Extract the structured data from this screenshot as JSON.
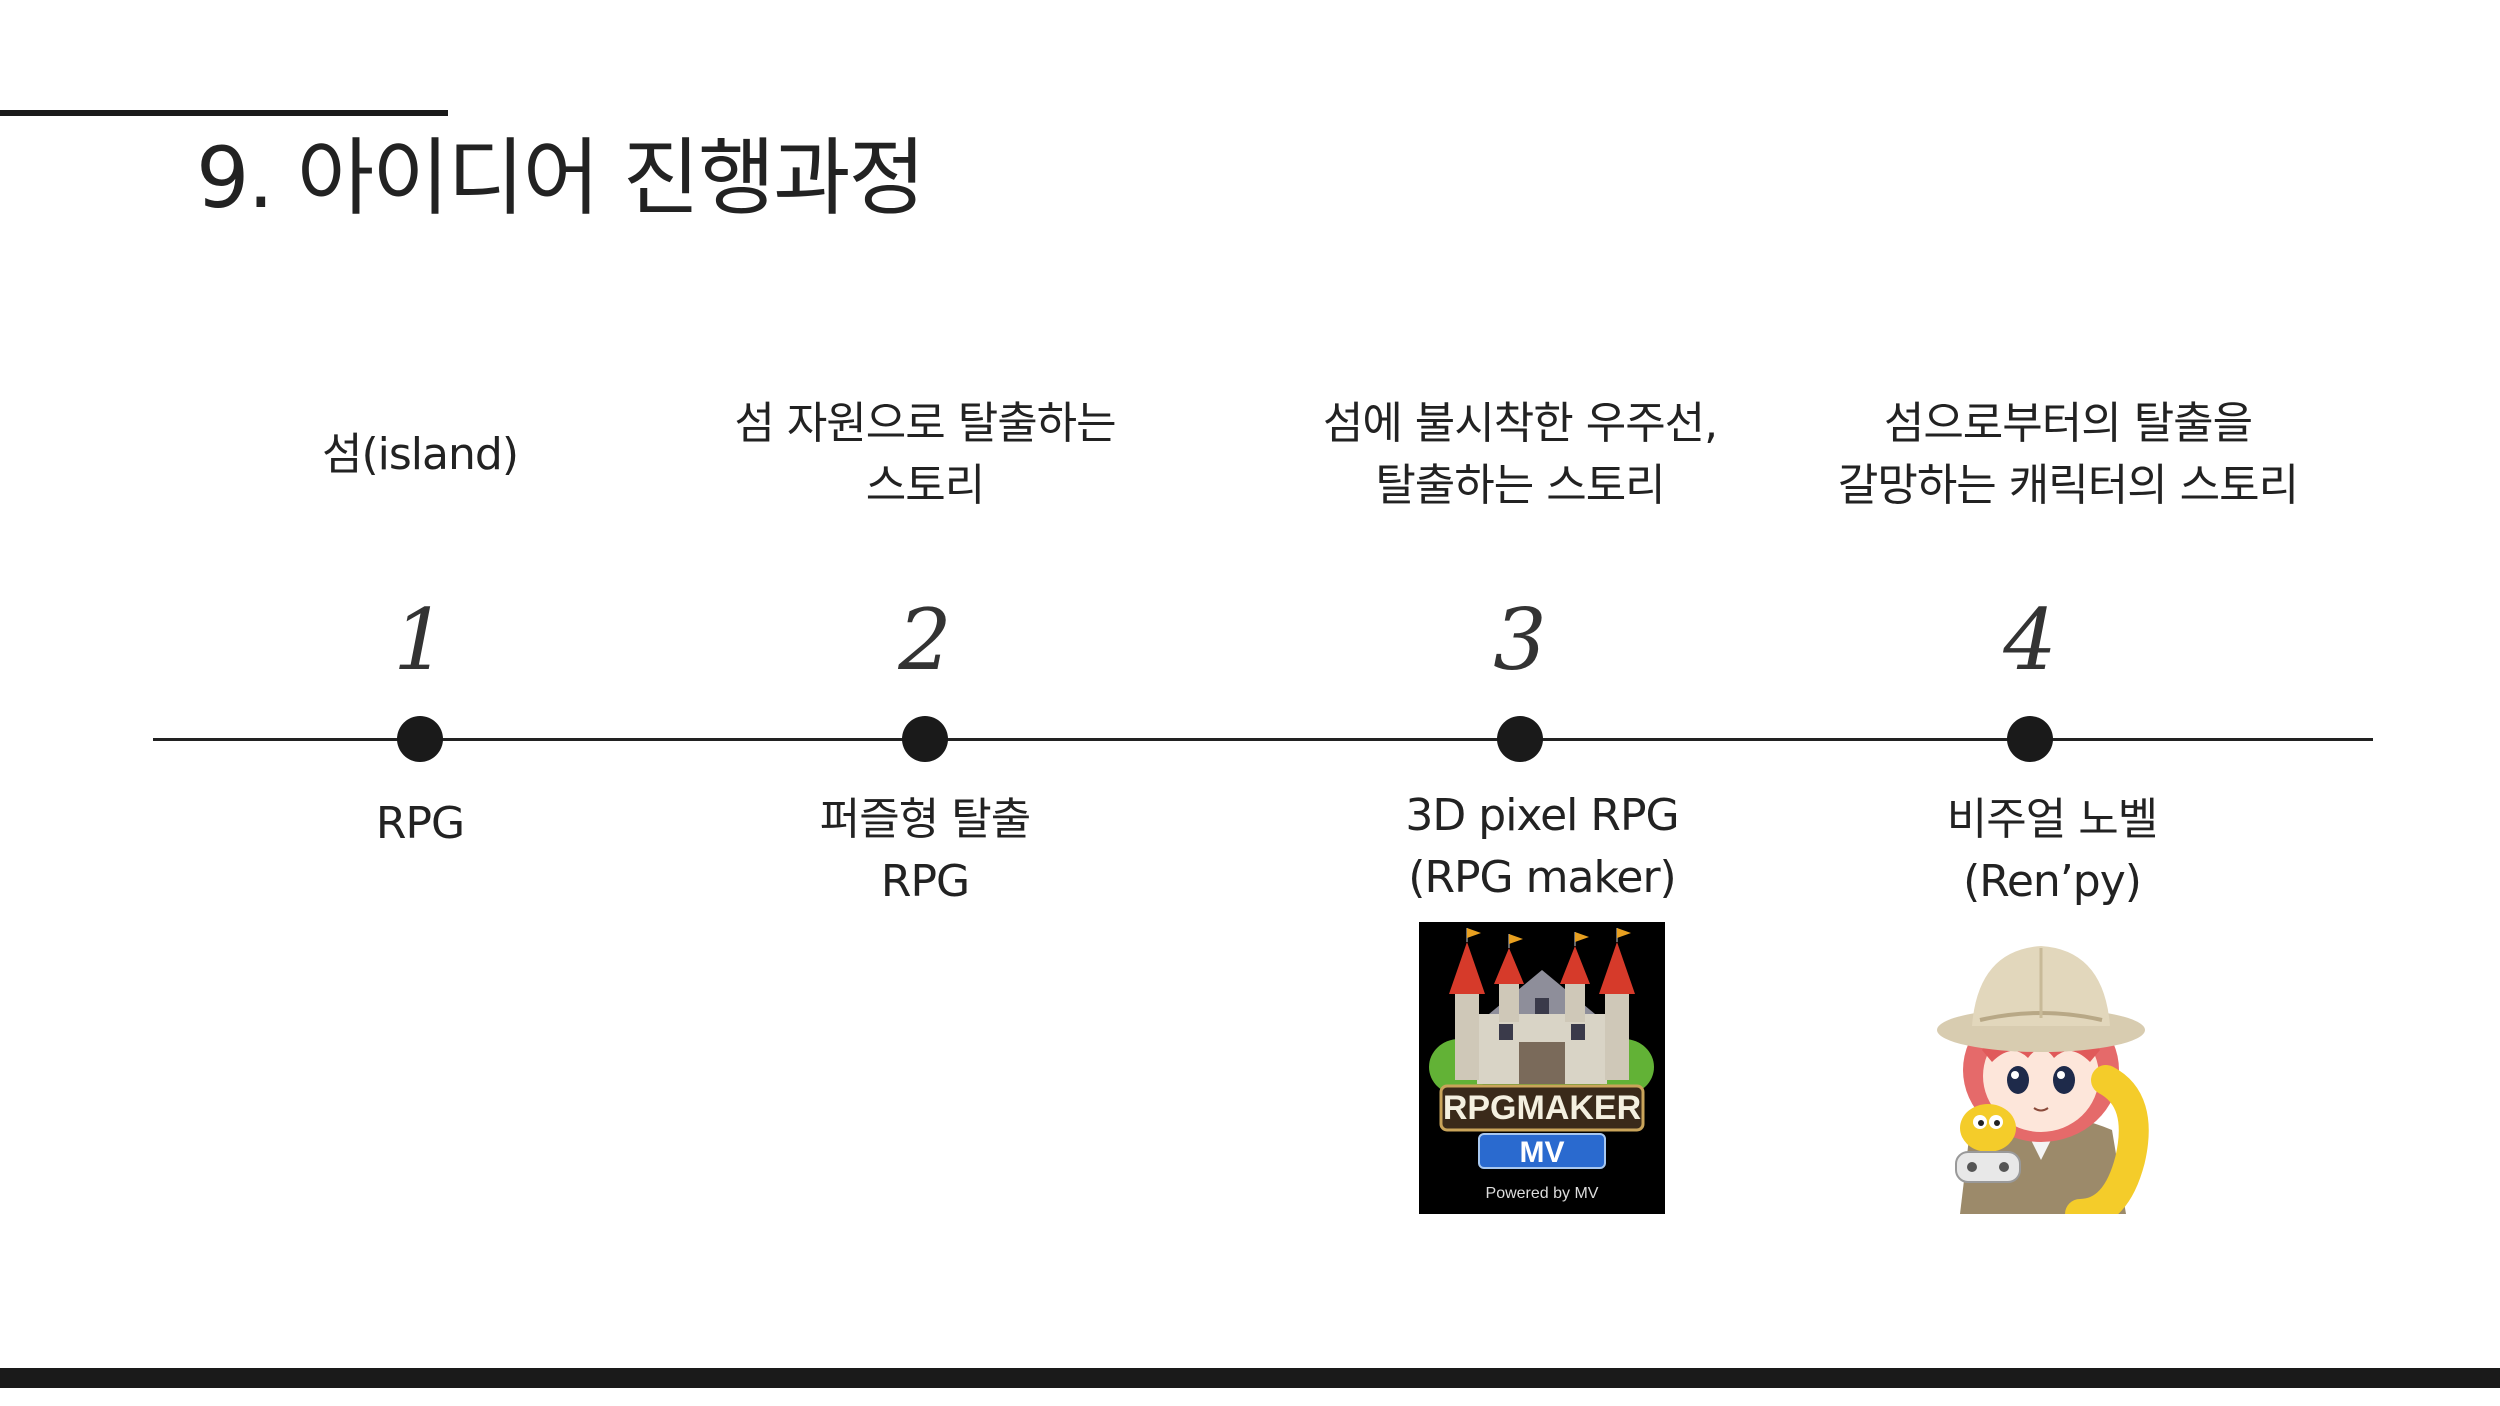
{
  "title": "9. 아이디어 진행과정",
  "steps": [
    {
      "number": "1",
      "description": [
        "섬(island)"
      ],
      "genre": [
        "RPG"
      ]
    },
    {
      "number": "2",
      "description": [
        "섬 자원으로 탈출하는",
        "스토리"
      ],
      "genre": [
        "퍼즐형 탈출",
        "RPG"
      ]
    },
    {
      "number": "3",
      "description": [
        "섬에 불시착한 우주선,",
        "탈출하는 스토리"
      ],
      "genre": [
        "3D pixel RPG",
        "(RPG maker)"
      ]
    },
    {
      "number": "4",
      "description": [
        "섬으로부터의 탈출을",
        "갈망하는 캐릭터의 스토리"
      ],
      "genre": [
        "비주얼 노벨",
        "(Ren’py)"
      ]
    }
  ],
  "rpgmaker_logo": {
    "wordmark": "RPGMAKER",
    "badge": "MV",
    "tagline": "Powered by MV"
  },
  "colors": {
    "line": "#222222",
    "dot": "#1a1a1a",
    "text": "#222222"
  }
}
